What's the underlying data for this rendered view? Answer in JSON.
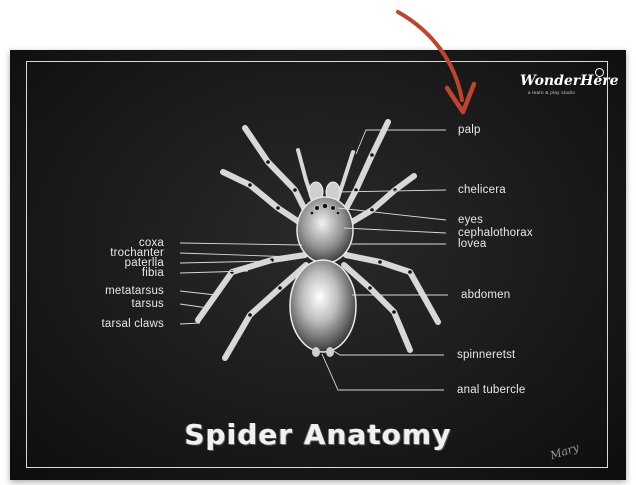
{
  "title": "Spider Anatomy",
  "brand": {
    "name": "WonderHere",
    "tagline": "a learn & play studio"
  },
  "signature": "Mary",
  "labels": {
    "palp": "palp",
    "chelicera": "chelicera",
    "eyes": "eyes",
    "cephalothorax": "cephalothorax",
    "lovea": "lovea",
    "abdomen": "abdomen",
    "spinneretst": "spinneretst",
    "anal_tubercle": "anal tubercle",
    "coxa": "coxa",
    "trochanter": "trochanter",
    "paterlla": "paterlla",
    "fibia": "fibia",
    "metatarsus": "metatarsus",
    "tarsus": "tarsus",
    "tarsal_claws": "tarsal claws"
  },
  "colors": {
    "board": "#161616",
    "chalk": "#e8e8e8",
    "arrow": "#c0442b"
  }
}
